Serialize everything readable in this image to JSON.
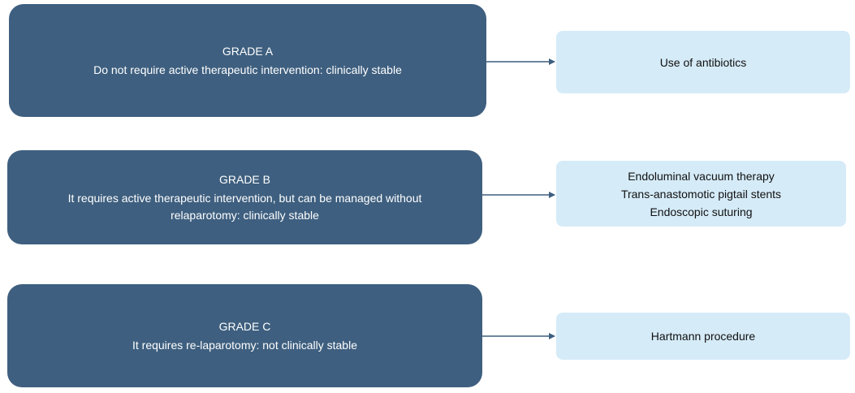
{
  "grades": [
    {
      "title": "GRADE A",
      "description": "Do not require active therapeutic intervention: clinically stable"
    },
    {
      "title": "GRADE B",
      "description": "It requires active therapeutic intervention, but can be managed without relaparotomy: clinically stable"
    },
    {
      "title": "GRADE C",
      "description": "It requires re-laparotomy: not clinically stable"
    }
  ],
  "treatments": [
    {
      "items": [
        "Use of antibiotics"
      ]
    },
    {
      "items": [
        "Endoluminal vacuum therapy",
        "Trans-anastomotic pigtail stents",
        "Endoscopic suturing"
      ]
    },
    {
      "items": [
        "Hartmann procedure"
      ]
    }
  ],
  "colors": {
    "grade_box": "#3e5f7f",
    "treatment_box": "#d5ebf8",
    "arrow": "#3e5f7f"
  }
}
